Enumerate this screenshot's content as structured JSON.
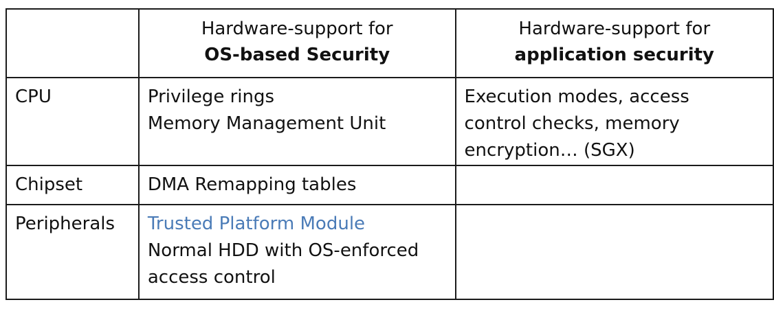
{
  "table": {
    "header": {
      "col1_line1": "Hardware-support for",
      "col1_line2": "OS-based Security",
      "col2_line1": "Hardware-support for",
      "col2_line2": "application security"
    },
    "rows": [
      {
        "label": "CPU",
        "os_lines": [
          "Privilege rings",
          "Memory Management Unit"
        ],
        "app_lines": [
          "Execution modes, access",
          "control checks, memory",
          "encryption… (SGX)"
        ]
      },
      {
        "label": "Chipset",
        "os_lines": [
          "DMA Remapping tables"
        ],
        "app_lines": []
      },
      {
        "label": "Peripherals",
        "os_lines": [
          "Trusted Platform Module"
        ],
        "os_lines_dark": [
          "Normal HDD with OS-enforced",
          "access control"
        ],
        "app_lines": []
      }
    ]
  },
  "colors": {
    "accent_blue": "#4a7bb7",
    "text": "#111111",
    "border": "#1a1a1a"
  }
}
